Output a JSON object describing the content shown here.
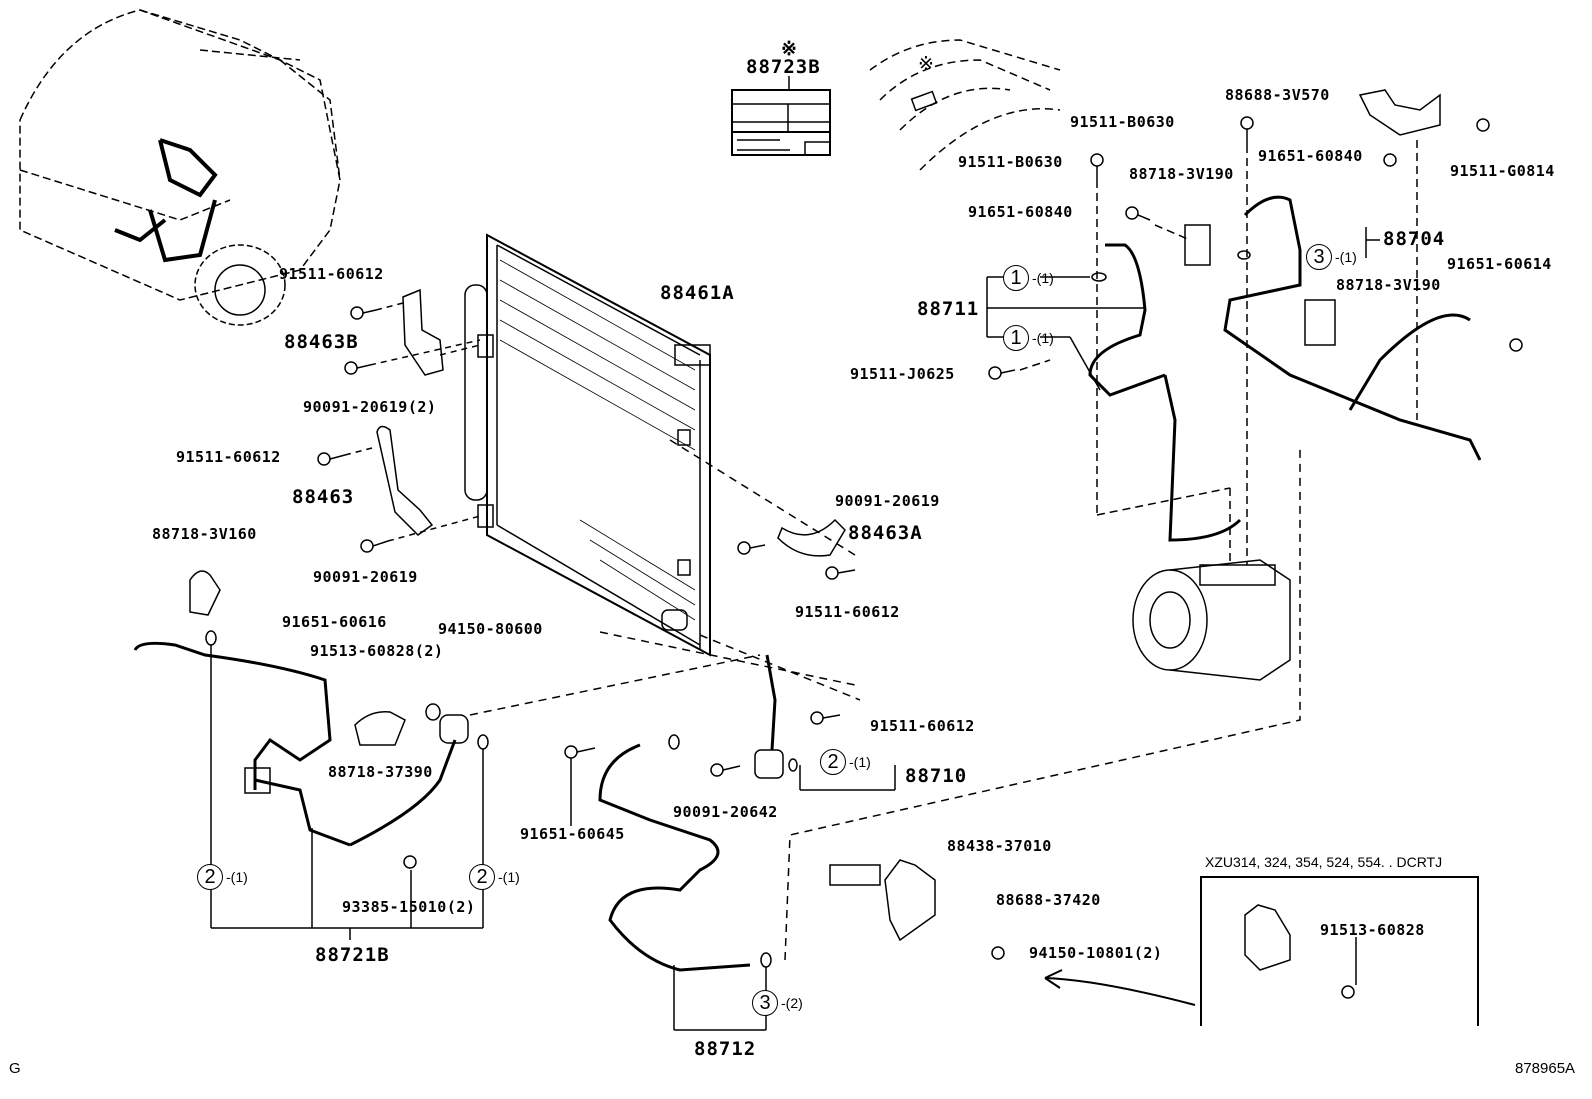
{
  "diagram": {
    "type": "parts-exploded-diagram",
    "subject": "Air conditioner condenser and piping",
    "footer_left": "G",
    "figure_id": "878965A",
    "caution_label": {
      "symbol": "※",
      "part_no": "88723B"
    },
    "vehicle_marker": "※",
    "inset_caption": "XZU314, 324, 354, 524, 554. . DCRTJ",
    "labels": {
      "p88723B": "88723B",
      "p88461A": "88461A",
      "p88463B": "88463B",
      "p88463": "88463",
      "p88463A": "88463A",
      "p88711": "88711",
      "p88704": "88704",
      "p88710": "88710",
      "p88712": "88712",
      "p88721B": "88721B",
      "b91511_60612_a": "91511-60612",
      "b90091_20619_2": "90091-20619(2)",
      "b91511_60612_b": "91511-60612",
      "b90091_20619_a": "90091-20619",
      "b90091_20619_b": "90091-20619",
      "b91511_60612_c": "91511-60612",
      "b91511_60612_d": "91511-60612",
      "c88718_3V160": "88718-3V160",
      "b91651_60616": "91651-60616",
      "b91513_60828_2": "91513-60828(2)",
      "n94150_80600": "94150-80600",
      "c88718_37390": "88718-37390",
      "b93385_15010_2": "93385-15010(2)",
      "b91651_60645": "91651-60645",
      "b90091_20642": "90091-20642",
      "s88438_37010": "88438-37010",
      "br88688_37420": "88688-37420",
      "n94150_10801_2": "94150-10801(2)",
      "b91513_60828": "91513-60828",
      "br88688_3V570": "88688-3V570",
      "b91511_B0630_a": "91511-B0630",
      "b91511_B0630_b": "91511-B0630",
      "c88718_3V190_a": "88718-3V190",
      "b91651_60840_a": "91651-60840",
      "b91651_60840_b": "91651-60840",
      "b91511_G0814": "91511-G0814",
      "b91651_60614": "91651-60614",
      "c88718_3V190_b": "88718-3V190",
      "b91511_J0625": "91511-J0625"
    },
    "oring_callouts": [
      {
        "ref": "1",
        "qty": "-(1)"
      },
      {
        "ref": "1",
        "qty": "-(1)"
      },
      {
        "ref": "3",
        "qty": "-(1)"
      },
      {
        "ref": "2",
        "qty": "-(1)"
      },
      {
        "ref": "2",
        "qty": "-(1)"
      },
      {
        "ref": "2",
        "qty": "-(1)"
      },
      {
        "ref": "3",
        "qty": "-(2)"
      }
    ]
  }
}
